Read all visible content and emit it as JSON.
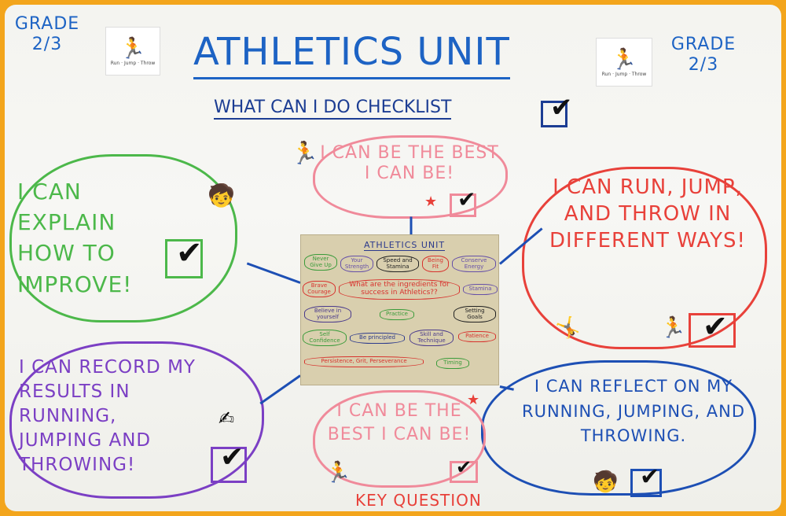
{
  "poster": {
    "grade_left": "Grade 2/3",
    "grade_right": "Grade 2/3",
    "title": "Athletics Unit",
    "subtitle": "What can I do checklist",
    "logo_caption": "Run · Jump · Throw",
    "bubbles": [
      {
        "text": "I can be the best I can be!",
        "color": "#f08a9a"
      },
      {
        "text": "I can explain how to improve!",
        "color": "#4cb84a"
      },
      {
        "text": "I can run, jump, and throw in different ways!",
        "color": "#e8413a"
      },
      {
        "text": "I can record my results in running, jumping and throwing!",
        "color": "#7b3fc4"
      },
      {
        "text": "I can reflect on my running, jumping, and throwing.",
        "color": "#1d4fb4"
      },
      {
        "text": "I can be the best I can be!",
        "color": "#f08a9a"
      }
    ],
    "footer_text": "Key Question",
    "photo": {
      "title": "Athletics Unit",
      "question": "What are the ingredients for success in Athletics??",
      "nodes": [
        "Never Give Up",
        "Your Strength",
        "Speed and Stamina",
        "Being Fit",
        "Conserve Energy",
        "Brave Courage",
        "Stamina",
        "Believe in yourself",
        "Practice",
        "Setting Goals",
        "Self Confidence",
        "Be principled",
        "Skill and Technique",
        "Patience",
        "Persistence, Grit, Perseverance",
        "Timing"
      ]
    }
  }
}
